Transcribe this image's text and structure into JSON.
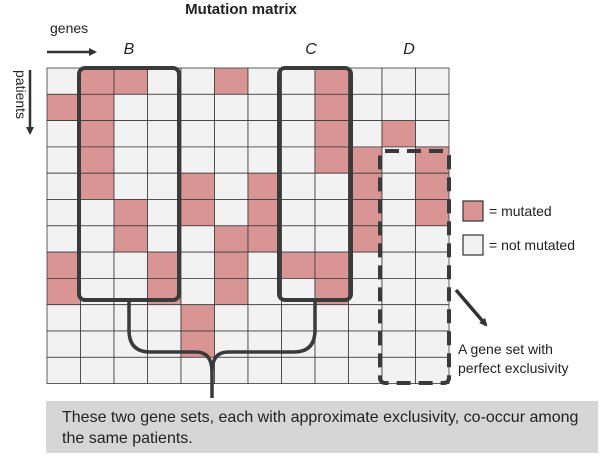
{
  "title": "Mutation matrix",
  "axes": {
    "genes_label": "genes",
    "patients_label": "patients"
  },
  "sets": {
    "b": "B",
    "c": "C",
    "d": "D"
  },
  "legend": {
    "mutated": "= mutated",
    "not_mutated": "= not mutated",
    "mutated_color": "#d99494",
    "not_mutated_color": "#f2f2f2"
  },
  "annotation": {
    "line1": "A gene set with",
    "line2": "perfect exclusivity"
  },
  "caption": "These two gene sets, each with approximate exclusivity, co-occur among the same patients.",
  "matrix": [
    [
      0,
      1,
      1,
      0,
      0,
      1,
      0,
      0,
      1,
      0,
      0,
      0
    ],
    [
      1,
      1,
      0,
      0,
      0,
      0,
      0,
      0,
      1,
      0,
      0,
      0
    ],
    [
      0,
      1,
      0,
      0,
      0,
      0,
      0,
      0,
      1,
      0,
      1,
      0
    ],
    [
      0,
      1,
      0,
      0,
      0,
      0,
      0,
      0,
      1,
      1,
      0,
      1
    ],
    [
      0,
      1,
      0,
      0,
      1,
      0,
      1,
      0,
      0,
      1,
      0,
      1
    ],
    [
      0,
      0,
      1,
      0,
      1,
      0,
      1,
      0,
      0,
      1,
      0,
      1
    ],
    [
      0,
      0,
      1,
      0,
      0,
      1,
      1,
      0,
      0,
      1,
      0,
      0
    ],
    [
      1,
      0,
      0,
      1,
      0,
      1,
      0,
      1,
      1,
      0,
      0,
      0
    ],
    [
      1,
      0,
      0,
      1,
      0,
      1,
      0,
      0,
      1,
      0,
      0,
      0
    ],
    [
      0,
      0,
      0,
      0,
      1,
      0,
      0,
      0,
      0,
      0,
      0,
      0
    ],
    [
      0,
      0,
      0,
      0,
      1,
      0,
      0,
      0,
      0,
      0,
      0,
      0
    ],
    [
      0,
      0,
      0,
      0,
      0,
      0,
      0,
      0,
      0,
      0,
      0,
      0
    ]
  ]
}
